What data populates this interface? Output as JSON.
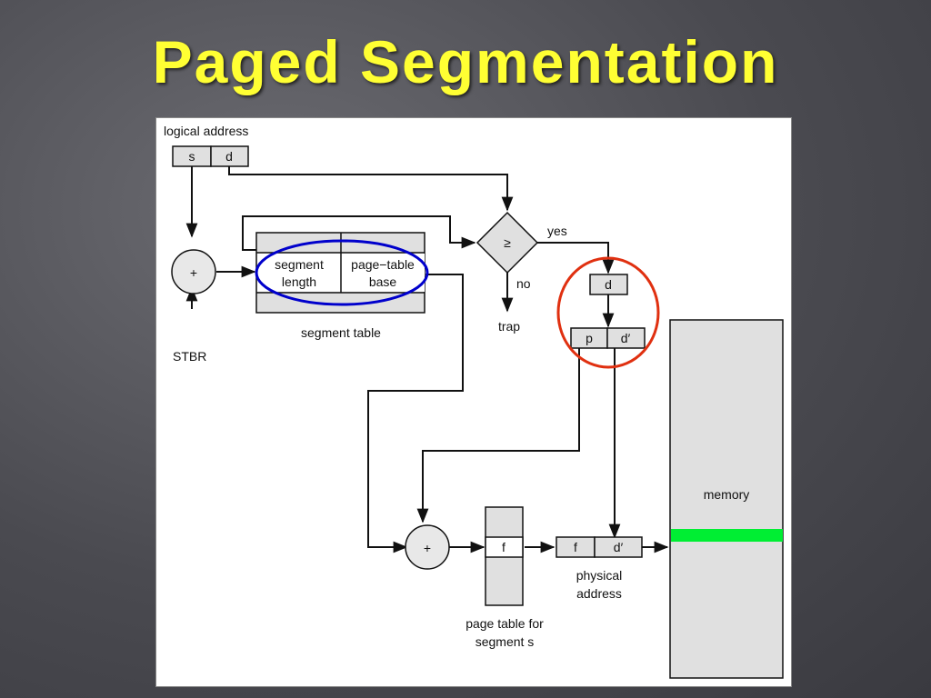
{
  "title": "Paged Segmentation",
  "diagram": {
    "logical_address_label": "logical address",
    "s_label": "s",
    "d_label": "d",
    "adder_symbol": "+",
    "stbr_label": "STBR",
    "segment_length_line1": "segment",
    "segment_length_line2": "length",
    "page_table_base_line1": "page−table",
    "page_table_base_line2": "base",
    "segment_table_label": "segment table",
    "compare_symbol": "≥",
    "yes_label": "yes",
    "no_label": "no",
    "trap_label": "trap",
    "d_label_2": "d",
    "p_label": "p",
    "d_prime_label": "d′",
    "f_label": "f",
    "f_label_2": "f",
    "d_prime_label_2": "d′",
    "physical_address_line1": "physical",
    "physical_address_line2": "address",
    "page_table_line1": "page table for",
    "page_table_line2": "segment s",
    "memory_label": "memory",
    "colors": {
      "title": "#ffff33",
      "blue_ellipse": "#0000cc",
      "red_circle": "#e03010",
      "memory_highlight": "#00ee33",
      "box_fill": "#e0e0e0"
    }
  }
}
